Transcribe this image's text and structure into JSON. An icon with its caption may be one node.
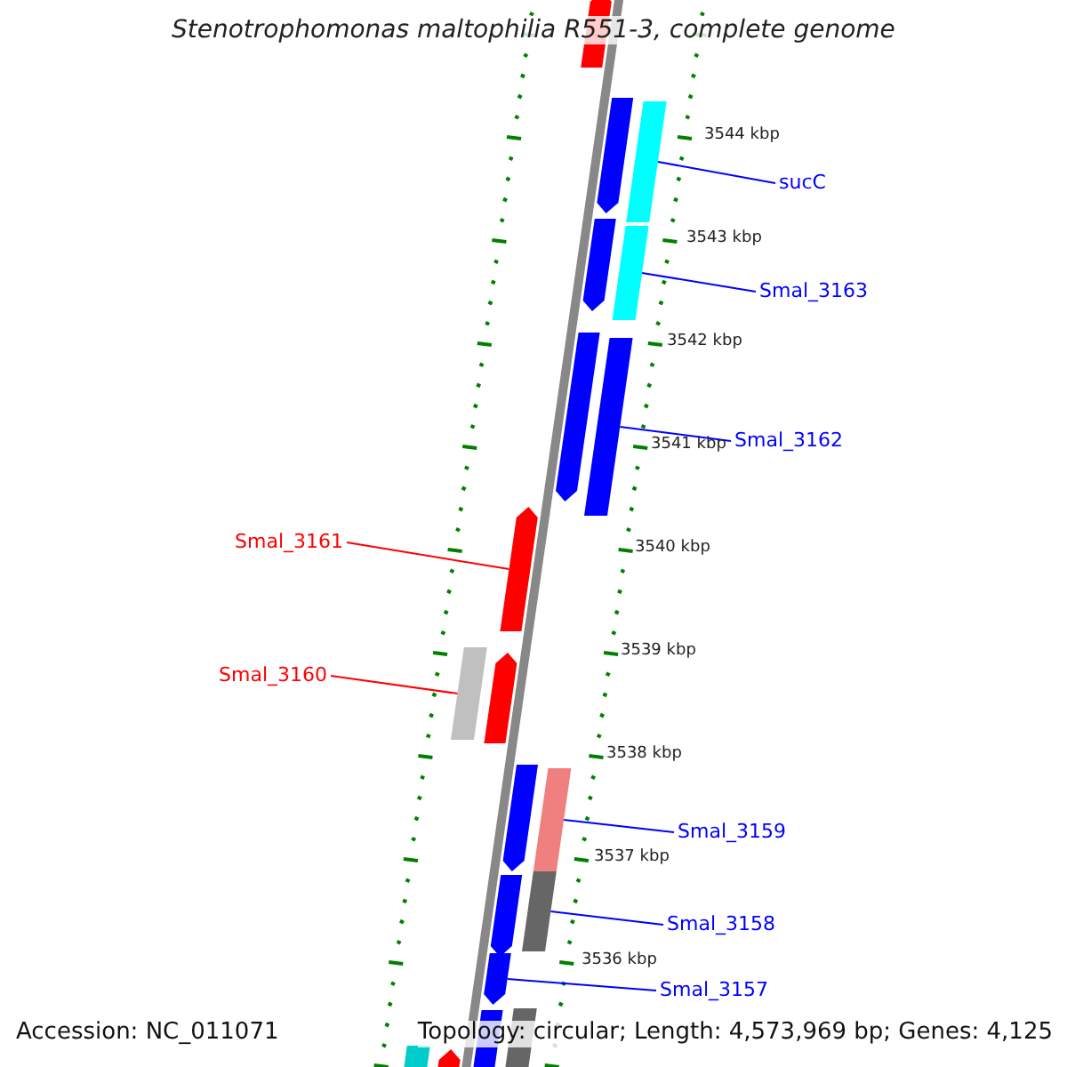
{
  "diagram": {
    "title": "Stenotrophomonas maltophilia R551-3, complete genome",
    "nodes": [
      {
        "text": [
          "sucC"
        ]
      },
      {
        "text": [
          "Smal_3163"
        ]
      },
      {
        "text": [
          "Smal_3162"
        ]
      },
      {
        "text": [
          "Smal_3161"
        ]
      },
      {
        "text": [
          "Smal_3160"
        ]
      },
      {
        "text": [
          "Smal_3159"
        ]
      },
      {
        "text": [
          "Smal_3158"
        ]
      },
      {
        "text": [
          "Smal_3157"
        ]
      },
      {
        "text": [],
        "shape": "bar"
      },
      {
        "text": [],
        "shape": "bar"
      },
      {
        "text": [],
        "shape": "bar"
      },
      {
        "text": [],
        "shape": "bar"
      },
      {
        "text": [],
        "shape": "bar"
      },
      {
        "text": [],
        "shape": "bar"
      },
      {
        "text": [],
        "shape": "bar"
      },
      {
        "text": [],
        "shape": "bar"
      },
      {
        "text": [],
        "shape": "bar"
      },
      {
        "text": [],
        "shape": "bar"
      },
      {
        "text": [],
        "shape": "bar"
      },
      {
        "text": [],
        "shape": "bar"
      },
      {
        "text": [],
        "shape": "bar"
      },
      {
        "text": [],
        "shape": "bar"
      },
      {
        "text": [],
        "shape": "bar"
      },
      {
        "text": [],
        "shape": "bar"
      },
      {
        "text": [],
        "shape": "bar"
      },
      {
        "text": [],
        "shape": "bar"
      },
      {
        "text": [],
        "shape": "bar"
      }
    ],
    "edges": [
      {
        "from": 0,
        "to": 10,
        "arrow": "none"
      },
      {
        "from": 1,
        "to": 12,
        "arrow": "none"
      },
      {
        "from": 2,
        "to": 14,
        "arrow": "none"
      },
      {
        "from": 3,
        "to": 15,
        "arrow": "none",
        "color": "#ff0000"
      },
      {
        "from": 4,
        "to": 16,
        "arrow": "none",
        "color": "#ff0000"
      },
      {
        "from": 5,
        "to": 19,
        "arrow": "none"
      },
      {
        "from": 6,
        "to": 21,
        "arrow": "none"
      },
      {
        "from": 7,
        "to": 22,
        "arrow": "none"
      }
    ],
    "labels": [
      "3544 kbp",
      "3543 kbp",
      "3542 kbp",
      "3541 kbp",
      "3540 kbp",
      "3539 kbp",
      "3538 kbp",
      "3537 kbp",
      "3536 kbp",
      "Accession: NC_011071",
      "Topology: circular; Length: 4,573,969 bp; Genes: 4,125"
    ]
  }
}
